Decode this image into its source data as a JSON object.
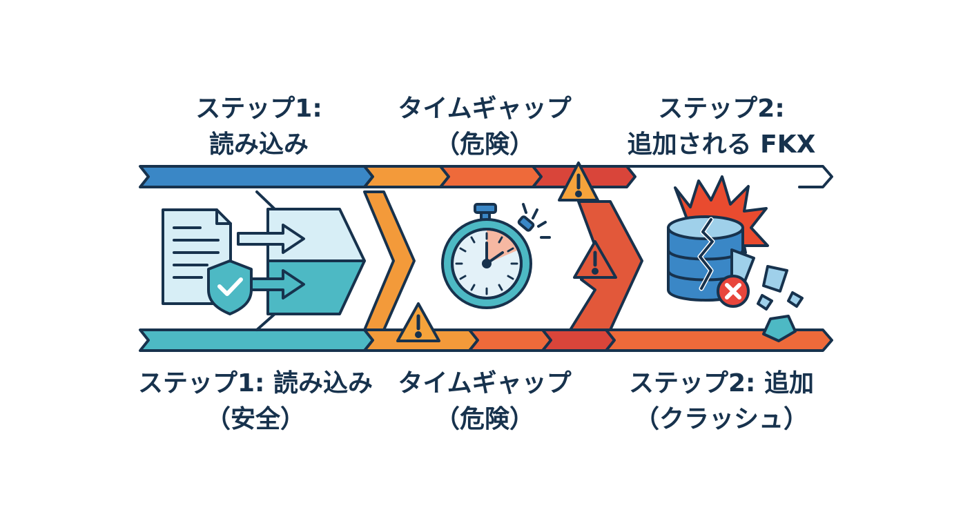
{
  "top_labels": [
    {
      "line1": "ステップ1:",
      "line2": "読み込み"
    },
    {
      "line1": "タイムギャップ",
      "line2": "（危険）"
    },
    {
      "line1": "ステップ2:",
      "line2": "追加される FKX"
    }
  ],
  "bottom_labels": [
    {
      "line1": "ステップ1: 読み込み",
      "line2": "（安全）"
    },
    {
      "line1": "タイムギャップ",
      "line2": "（危険）"
    },
    {
      "line1": "ステップ2: 追加",
      "line2": "（クラッシュ）"
    }
  ],
  "icons": {
    "warning": "!",
    "check": "check-icon",
    "error": "x-icon"
  },
  "colors": {
    "outline": "#17324d",
    "blue": "#3a87c6",
    "teal": "#4db9c4",
    "orange": "#f39a3a",
    "orange_red": "#ee6a3a",
    "red": "#d9453a",
    "light_blue": "#cfe8f3",
    "warning_yellow": "#f5a33b"
  }
}
